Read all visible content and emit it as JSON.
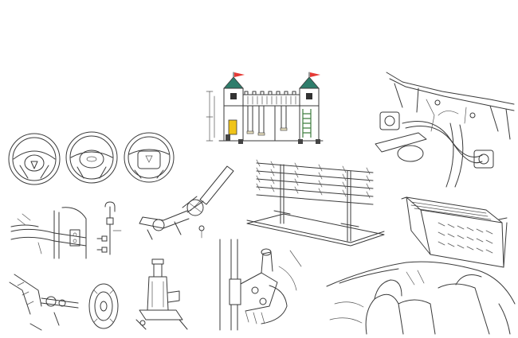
{
  "colors": {
    "line": "#3a3a3a",
    "tower_roof": "#2e7d6b",
    "flag": "#e53935",
    "slide": "#f0c419",
    "swing_seat": "#e8e0c0",
    "frame_green": "#3e7d3e",
    "background": "#ffffff"
  },
  "illustrations": [
    {
      "name": "steering-wheels",
      "kind": "line-drawing"
    },
    {
      "name": "playground-castle",
      "kind": "color-drawing"
    },
    {
      "name": "engine-bay-harness",
      "kind": "line-drawing"
    },
    {
      "name": "door-sill-bracket",
      "kind": "line-drawing"
    },
    {
      "name": "bolt-callout",
      "kind": "line-drawing"
    },
    {
      "name": "steering-shaft",
      "kind": "line-drawing"
    },
    {
      "name": "pipe-rack",
      "kind": "line-drawing"
    },
    {
      "name": "wire-basket-bin",
      "kind": "line-drawing"
    },
    {
      "name": "spare-tire-assembly",
      "kind": "line-drawing"
    },
    {
      "name": "bottle-jack",
      "kind": "line-drawing"
    },
    {
      "name": "door-hinge-linkage",
      "kind": "line-drawing"
    },
    {
      "name": "vehicle-interior",
      "kind": "line-drawing"
    }
  ]
}
